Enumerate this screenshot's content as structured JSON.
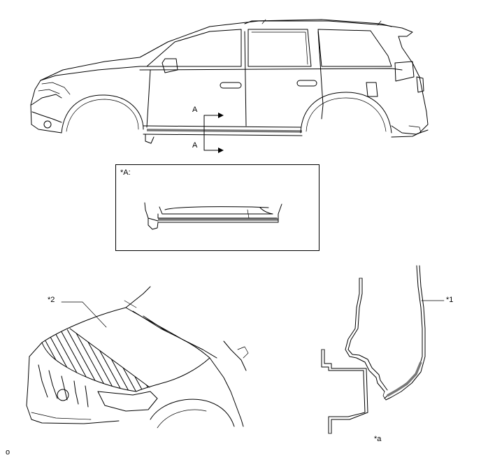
{
  "labels": {
    "section_a_top": "A",
    "section_a_bottom": "A",
    "inset_title": "*A:",
    "callout_2": "*2",
    "callout_1": "*1",
    "callout_a": "*a",
    "footer_mark": "o"
  },
  "colors": {
    "line": "#000000",
    "highlight": "#777777",
    "background": "#ffffff"
  }
}
